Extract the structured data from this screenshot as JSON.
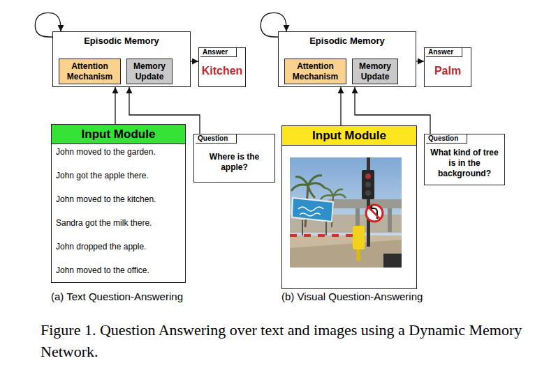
{
  "diagram": {
    "caption": "Figure 1. Question Answering over text and images using a Dynamic Memory Network.",
    "nodes": [
      {
        "text": [
          "Episodic Memory"
        ]
      },
      {
        "text": [
          "Attention Mechanism"
        ],
        "in": 0
      },
      {
        "text": [
          "Memory Update"
        ],
        "in": 0
      },
      {
        "text": [
          "Answer",
          "Kitchen"
        ]
      },
      {
        "text": [
          "Input Module",
          "John moved to the garden.",
          "John got the apple there.",
          "John moved to the kitchen.",
          "Sandra got the milk there.",
          "John dropped the apple.",
          "John moved to the office."
        ]
      },
      {
        "text": [
          "Question",
          "Where is the apple?"
        ]
      },
      {
        "text": [
          "Episodic Memory"
        ]
      },
      {
        "text": [
          "Attention Mechanism"
        ],
        "in": 6
      },
      {
        "text": [
          "Memory Update"
        ],
        "in": 6
      },
      {
        "text": [
          "Answer",
          "Palm"
        ]
      },
      {
        "text": [
          "Input Module"
        ]
      },
      {
        "text": [
          "Question",
          "What kind of tree is in the background?"
        ]
      }
    ],
    "edges": [
      {
        "from": 0,
        "to": 0,
        "arrow": "to"
      },
      {
        "from": 0,
        "to": 3,
        "arrow": "to"
      },
      {
        "from": 4,
        "to": 0,
        "arrow": "to"
      },
      {
        "from": 5,
        "to": 0,
        "arrow": "to"
      },
      {
        "from": 6,
        "to": 6,
        "arrow": "to"
      },
      {
        "from": 6,
        "to": 9,
        "arrow": "to"
      },
      {
        "from": 10,
        "to": 6,
        "arrow": "to"
      },
      {
        "from": 11,
        "to": 6,
        "arrow": "to"
      }
    ],
    "labels": [
      "(a) Text Question-Answering",
      "(b) Visual Question-Answering"
    ]
  }
}
